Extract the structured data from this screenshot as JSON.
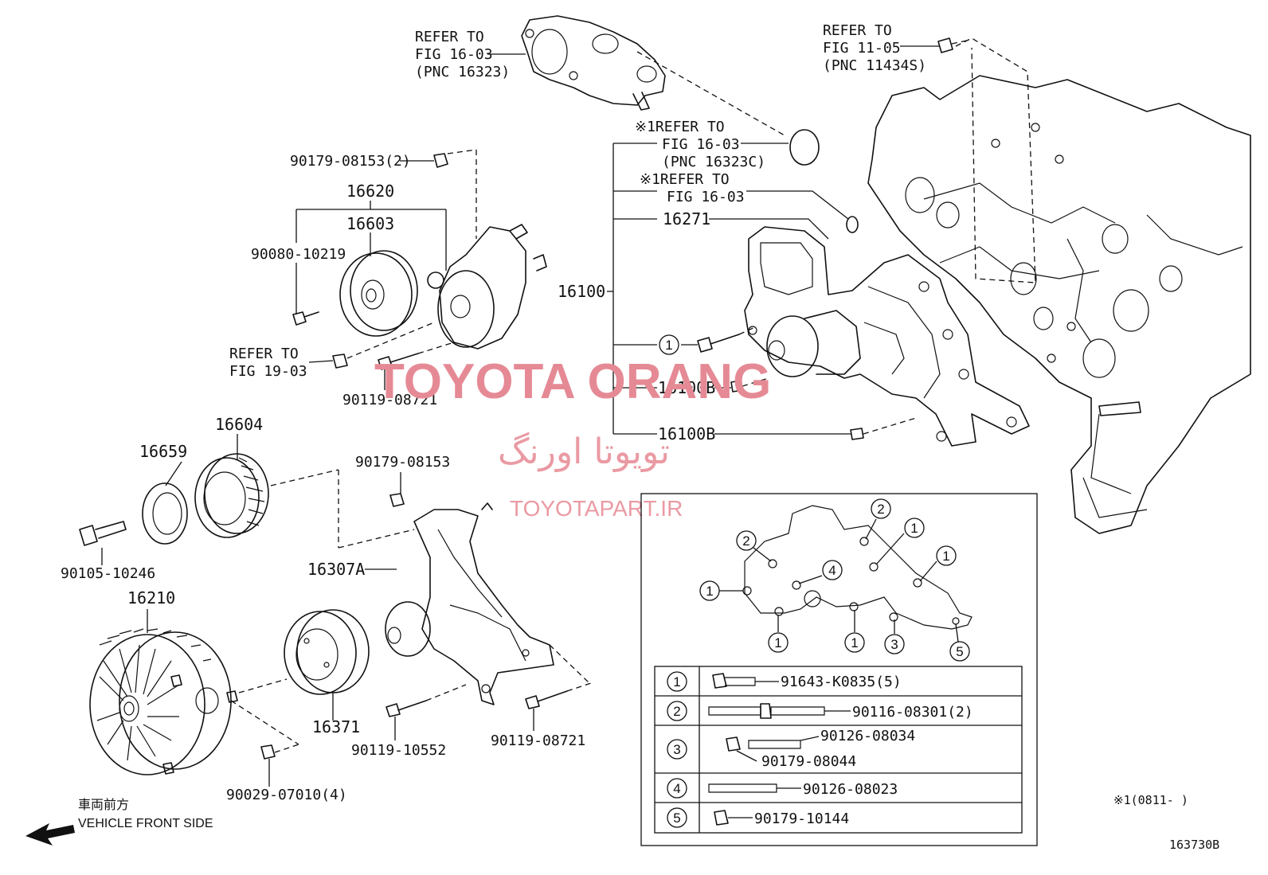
{
  "labels": {
    "ref_fig16_03_top": [
      "REFER TO",
      "FIG 16-03",
      "(PNC 16323)"
    ],
    "ref_fig11_05": [
      "REFER TO",
      "FIG 11-05",
      "(PNC 11434S)"
    ],
    "ref_fig16_03_c": [
      "※1REFER TO",
      "FIG 16-03",
      "(PNC 16323C)"
    ],
    "ref_fig16_03_b": [
      "※1REFER TO",
      "FIG 16-03"
    ],
    "ref_fig19_03": [
      "REFER TO",
      "FIG 19-03"
    ],
    "p90179_08153_2": "90179-08153(2)",
    "p16620": "16620",
    "p16603": "16603",
    "p90080_10219": "90080-10219",
    "p90119_08721_a": "90119-08721",
    "p16271": "16271",
    "p16100": "16100",
    "p16100b_a": "16100B",
    "p16100b_b": "16100B",
    "p16659": "16659",
    "p16604": "16604",
    "p90179_08153": "90179-08153",
    "p90105_10246": "90105-10246",
    "p16307a": "16307A",
    "p16210": "16210",
    "p16371": "16371",
    "p90119_10552": "90119-10552",
    "p90119_08721_b": "90119-08721",
    "p90029_07010_4": "90029-07010(4)",
    "circle1": "1"
  },
  "inset": {
    "callouts": [
      "1",
      "2",
      "4",
      "2",
      "1",
      "1",
      "1",
      "1",
      "3",
      "5"
    ],
    "table": [
      {
        "num": "1",
        "parts": [
          "91643-K0835(5)"
        ]
      },
      {
        "num": "2",
        "parts": [
          "90116-08301(2)"
        ]
      },
      {
        "num": "3",
        "parts": [
          "90126-08034",
          "90179-08044"
        ]
      },
      {
        "num": "4",
        "parts": [
          "90126-08023"
        ]
      },
      {
        "num": "5",
        "parts": [
          "90179-10144"
        ]
      }
    ]
  },
  "footer": {
    "direction_jp": "車両前方",
    "direction_en": "VEHICLE FRONT SIDE",
    "note": "※1(0811-     )",
    "figure_id": "163730B"
  },
  "watermark": {
    "brand": "TOYOTA ORANG",
    "persian": "تویوتا اورنگ",
    "site": "TOYOTAPART.IR"
  }
}
